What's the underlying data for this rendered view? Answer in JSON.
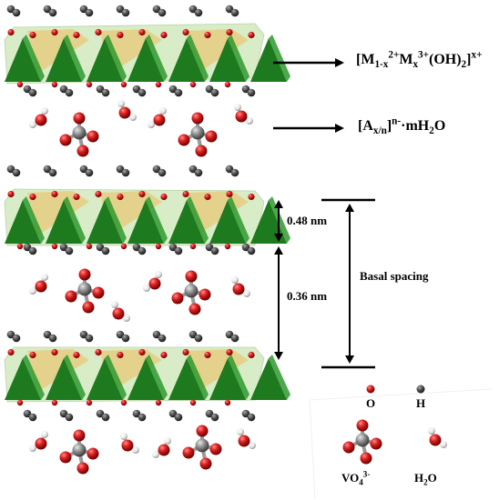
{
  "labels": {
    "layer_formula": {
      "prefix": "[M",
      "sub1": "1-x",
      "sup1": "2+",
      "mid": "M",
      "sub2": "x",
      "sup2": "3+",
      "mid2": "(OH)",
      "sub3": "2",
      "close": "]",
      "sup3": "x+"
    },
    "interlayer_formula": {
      "prefix": "[A",
      "sub1": "x/n",
      "close": "]",
      "sup1": "n-",
      "suffix": "·mH",
      "sub2": "2",
      "end": "O"
    },
    "dim_top": "0.48 nm",
    "dim_mid": "0.36 nm",
    "basal_spacing": "Basal spacing",
    "legend_o": "O",
    "legend_h": "H",
    "legend_vo4": {
      "base": "VO",
      "sub": "4",
      "sup": "3-"
    },
    "legend_h2o": {
      "base": "H",
      "sub": "2",
      "end": "O"
    }
  },
  "colors": {
    "octahedron_dark": "#1e7a1e",
    "octahedron_light": "#d8ecc8",
    "tetra_tan": "#e6cf85",
    "oxygen": "#d81e1e",
    "hydrogen": "#555555",
    "hydrogen_light": "#f4f4f4",
    "vanadium": "#8a8a8a"
  }
}
